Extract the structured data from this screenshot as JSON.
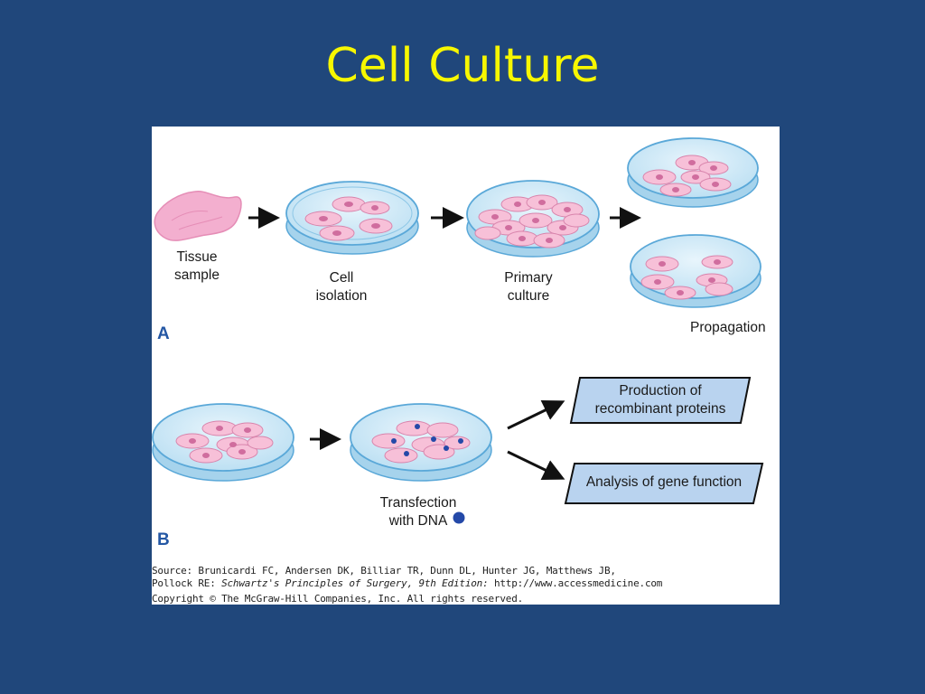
{
  "slide": {
    "title": "Cell Culture"
  },
  "panel_a": {
    "tag": "A",
    "tissue_label_1": "Tissue",
    "tissue_label_2": "sample",
    "isolation_label_1": "Cell",
    "isolation_label_2": "isolation",
    "primary_label_1": "Primary",
    "primary_label_2": "culture",
    "propagation_label": "Propagation"
  },
  "panel_b": {
    "tag": "B",
    "transfection_label_1": "Transfection",
    "transfection_label_2": "with DNA",
    "box_production_1": "Production of",
    "box_production_2": "recombinant proteins",
    "box_analysis": "Analysis of gene function"
  },
  "credit": {
    "source_line_1": "Source: Brunicardi FC, Andersen DK, Billiar TR, Dunn DL, Hunter JG, Matthews JB,",
    "source_line_2_prefix": "Pollock RE: ",
    "source_line_2_italic": "Schwartz's Principles of Surgery, 9th Edition:",
    "source_line_2_url": " http://www.accessmedicine.com",
    "copyright": "Copyright © The McGraw-Hill Companies, Inc. All rights reserved."
  },
  "colors": {
    "background": "#20477b",
    "title": "#f7f700",
    "dish_fill": "#cfe9f7",
    "dish_stroke": "#5aa8d8",
    "cell_fill": "#f7c0d8",
    "nucleus": "#d06d9e",
    "dna_dot": "#2449a8",
    "box_fill": "#b9d3ef",
    "tag": "#2457a4"
  }
}
